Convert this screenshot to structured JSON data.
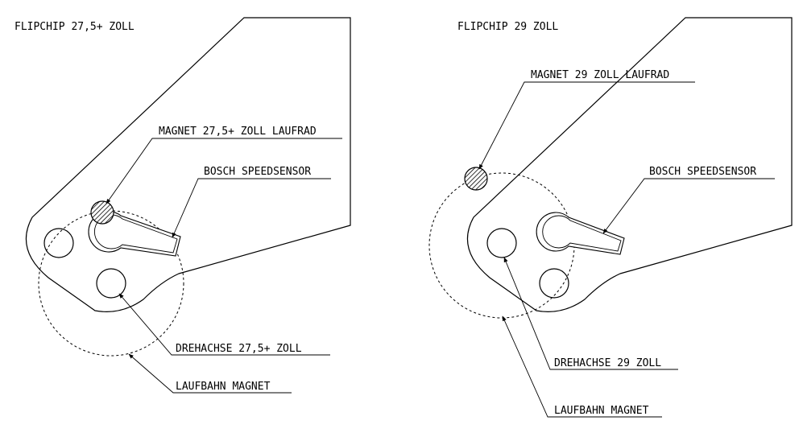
{
  "left": {
    "title": "FLIPCHIP 27,5+ ZOLL",
    "magnet_label": "MAGNET 27,5+ ZOLL LAUFRAD",
    "sensor_label": "BOSCH SPEEDSENSOR",
    "axis_label": "DREHACHSE 27,5+ ZOLL",
    "track_label": "LAUFBAHN MAGNET"
  },
  "right": {
    "title": "FLIPCHIP 29 ZOLL",
    "magnet_label": "MAGNET 29 ZOLL LAUFRAD",
    "sensor_label": "BOSCH SPEEDSENSOR",
    "axis_label": "DREHACHSE 29 ZOLL",
    "track_label": "LAUFBAHN MAGNET"
  }
}
